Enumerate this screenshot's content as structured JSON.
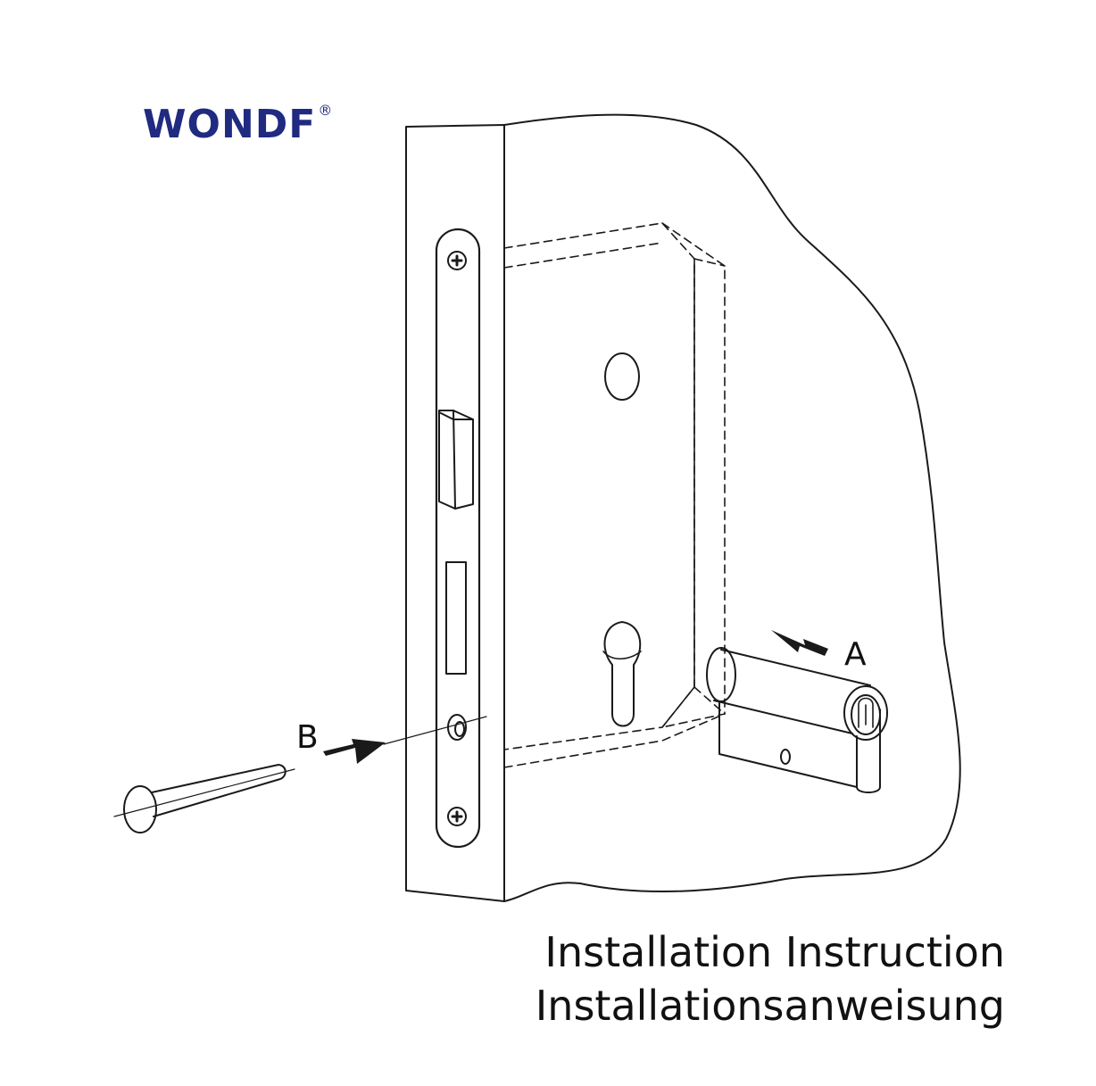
{
  "brand": {
    "name": "WONDF",
    "mark": "®",
    "color": "#1f2a80"
  },
  "labels": {
    "arrow_a": "A",
    "arrow_b": "B"
  },
  "caption": {
    "line1": "Installation Instruction",
    "line2": "Installationsanweisung"
  },
  "colors": {
    "stroke": "#1a1a1a",
    "background": "#ffffff"
  },
  "icons": [
    "phillips-screw-icon",
    "arrow-icon"
  ]
}
